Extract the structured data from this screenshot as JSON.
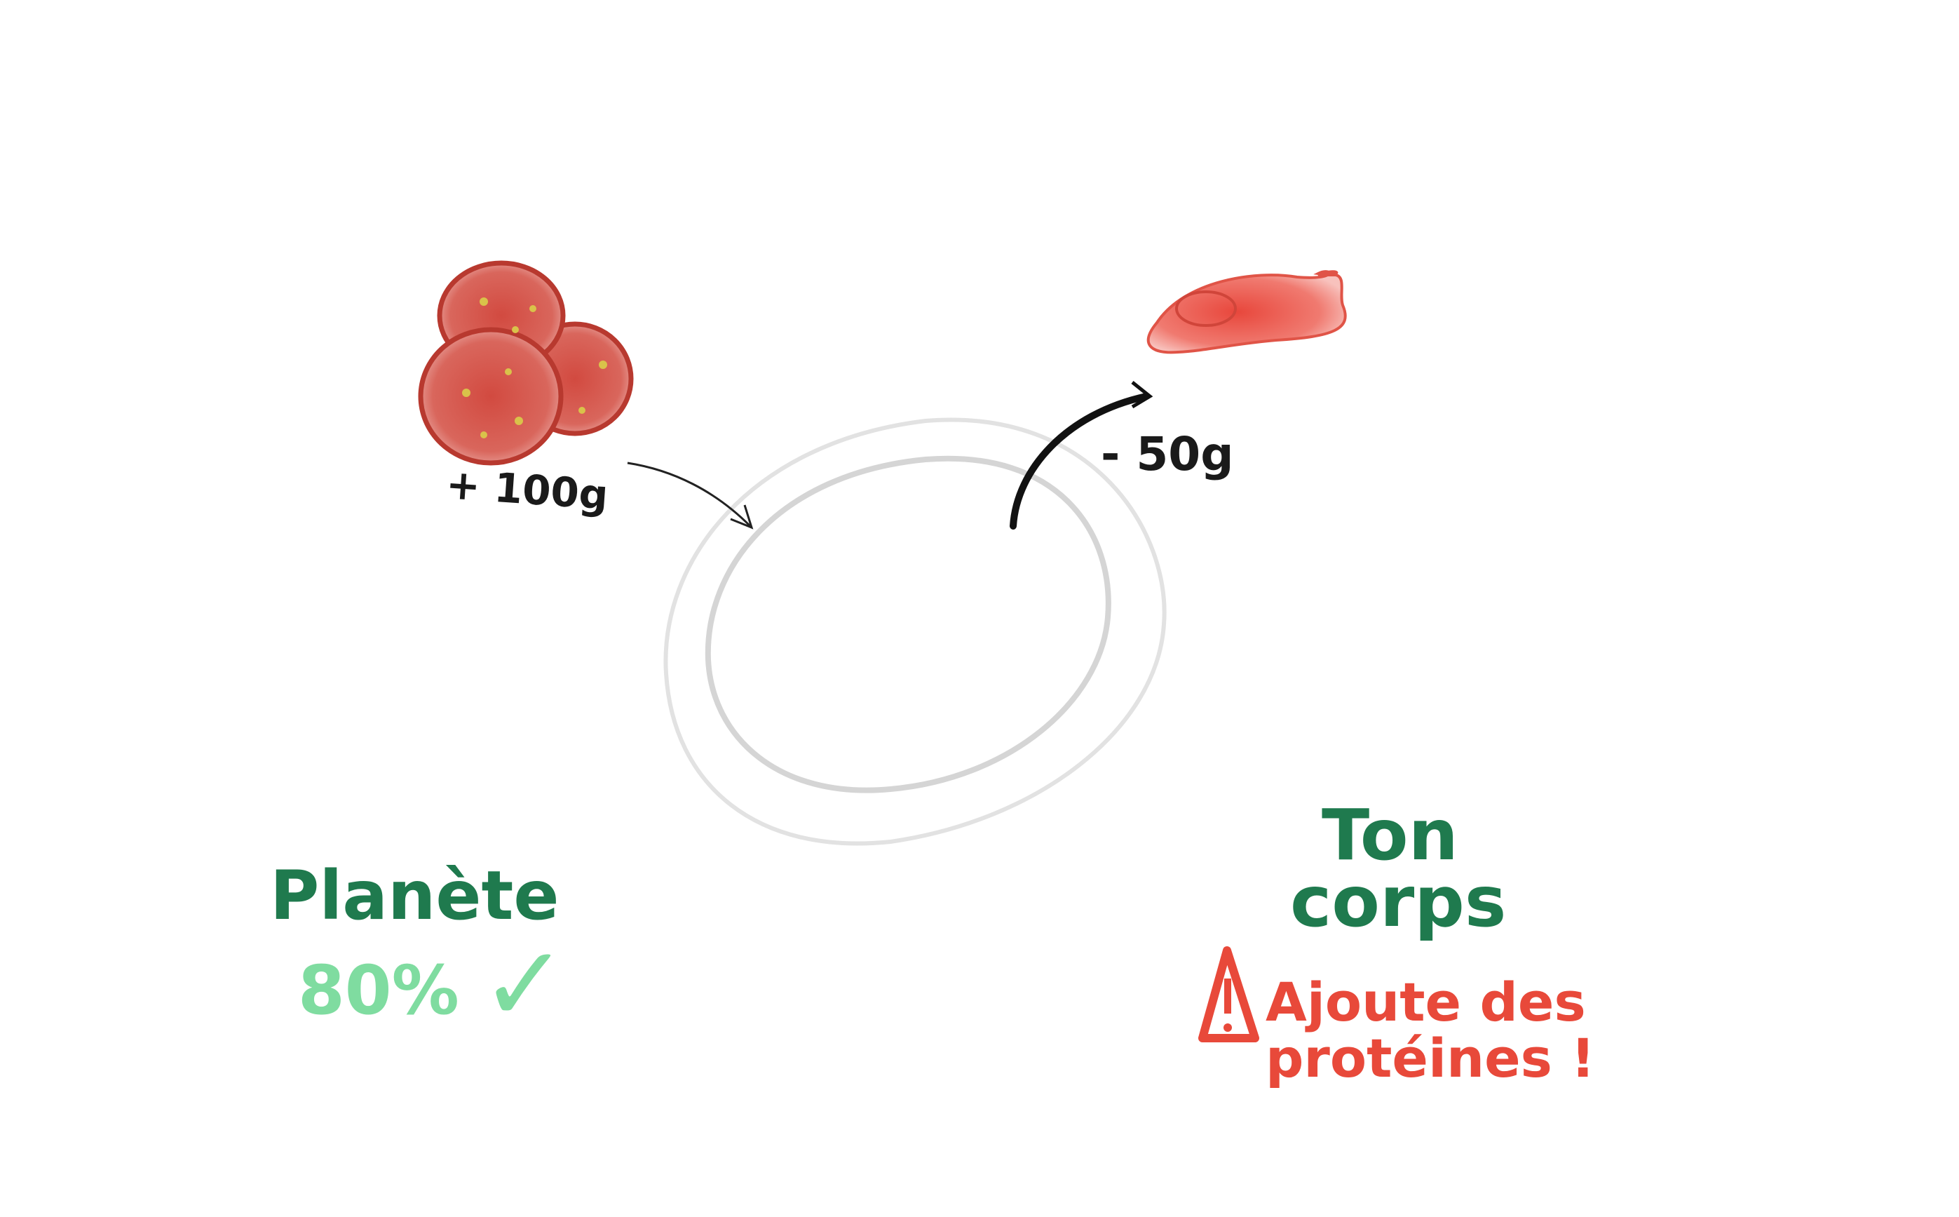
{
  "inputs": {
    "ingredient_amount": "+ 100g"
  },
  "outputs": {
    "ingredient_amount": "- 50g"
  },
  "planet": {
    "label": "Planète",
    "score": "80%",
    "status_mark": "✓"
  },
  "body": {
    "label_line1": "Ton",
    "label_line2": "corps",
    "warning_line1": "Ajoute des",
    "warning_line2": "protéines !"
  },
  "icons": {
    "input": "red-beans-icon",
    "output": "meat-slice-icon",
    "plate": "plate-icon",
    "warning": "warning-triangle-icon",
    "check": "checkmark-icon"
  },
  "colors": {
    "dark_green": "#1f7a4e",
    "light_green": "#7fdca0",
    "red": "#e8493a",
    "bean_red": "#c8463b",
    "meat_red": "#e9574b",
    "ink": "#1a1a1a",
    "plate_grey": "#d8d8d8"
  }
}
